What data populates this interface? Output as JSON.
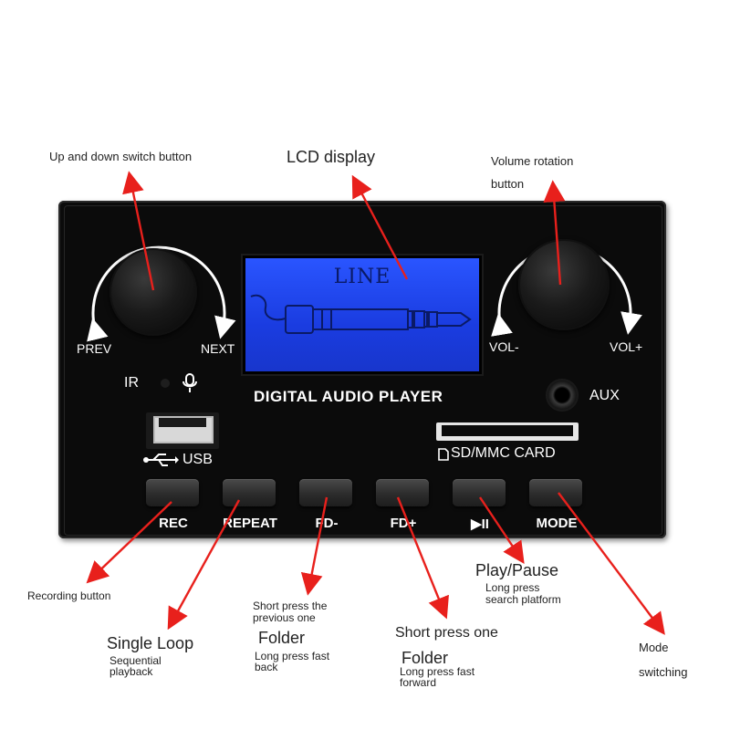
{
  "panel": {
    "lcd_text": "LINE",
    "left_knob": {
      "left_label": "PREV",
      "right_label": "NEXT"
    },
    "right_knob": {
      "left_label": "VOL-",
      "right_label": "VOL+"
    },
    "ir_label": "IR",
    "title": "DIGITAL AUDIO PLAYER",
    "aux_label": "AUX",
    "usb_label": "USB",
    "sd_label": "SD/MMC CARD",
    "buttons": [
      {
        "label": "REC"
      },
      {
        "label": "REPEAT"
      },
      {
        "label": "FD-"
      },
      {
        "label": "FD+"
      },
      {
        "label": "▶II"
      },
      {
        "label": "MODE"
      }
    ]
  },
  "annotations": {
    "updown": "Up and down switch button",
    "lcd": "LCD display",
    "volume_line1": "Volume rotation",
    "volume_line2": "button",
    "recording": "Recording button",
    "single_loop_title": "Single Loop",
    "single_loop_sub1": "Sequential",
    "single_loop_sub2": "playback",
    "fdminus_line1": "Short press the",
    "fdminus_line2": "previous one",
    "fdminus_title": "Folder",
    "fdminus_sub1": "Long press fast",
    "fdminus_sub2": "back",
    "fdplus_line1": "Short press one",
    "fdplus_title": "Folder",
    "fdplus_sub1": "Long press fast",
    "fdplus_sub2": "forward",
    "playpause_title": "Play/Pause",
    "playpause_sub1": "Long press",
    "playpause_sub2": "search platform",
    "mode_line1": "Mode",
    "mode_line2": "switching"
  },
  "colors": {
    "arrow": "#e8201c",
    "lcd": "#2a55ff",
    "panel": "#0b0b0b"
  }
}
